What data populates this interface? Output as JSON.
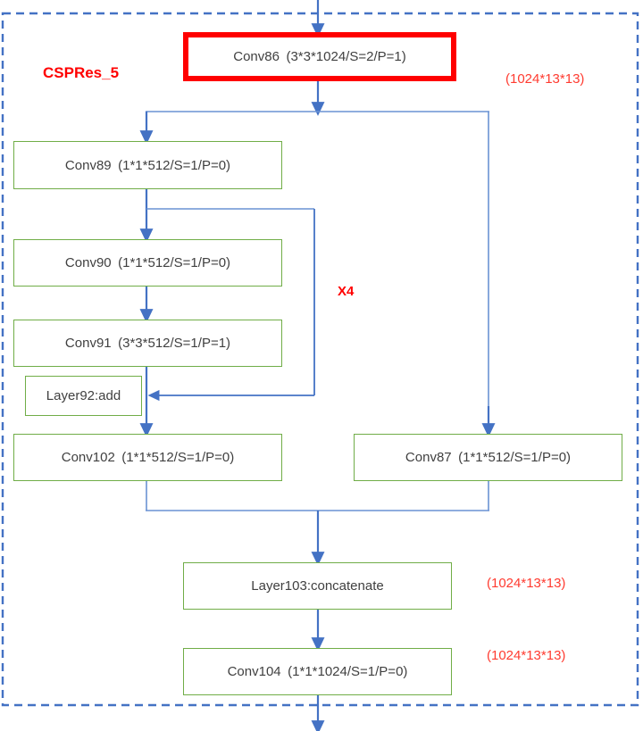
{
  "diagram": {
    "title": "CSPRes_5",
    "group_label": "CSPRes_5",
    "loop_label": "X4",
    "colors": {
      "group_border": "#4472C4",
      "node_border": "#70AD47",
      "highlight_border": "#FF0000",
      "arrow": "#4472C4",
      "arrow_light": "#9DB9E3",
      "annotation_text": "#FF3B30",
      "label_text": "#FF0000",
      "node_text": "#404040",
      "background": "#FFFFFF"
    },
    "nodes": [
      {
        "id": "conv86",
        "label": "Conv86 (3*3*1024/S=2/P=1)",
        "style": "highlight"
      },
      {
        "id": "conv89",
        "label": "Conv89 (1*1*512/S=1/P=0)",
        "style": "normal"
      },
      {
        "id": "conv90",
        "label": "Conv90 (1*1*512/S=1/P=0)",
        "style": "normal"
      },
      {
        "id": "conv91",
        "label": "Conv91 (3*3*512/S=1/P=1)",
        "style": "normal"
      },
      {
        "id": "layer92",
        "label": "Layer92:add",
        "style": "normal"
      },
      {
        "id": "conv102",
        "label": "Conv102 (1*1*512/S=1/P=0)",
        "style": "normal"
      },
      {
        "id": "conv87",
        "label": "Conv87 (1*1*512/S=1/P=0)",
        "style": "normal"
      },
      {
        "id": "layer103",
        "label": "Layer103:concatenate",
        "style": "normal"
      },
      {
        "id": "conv104",
        "label": "Conv104 (1*1*1024/S=1/P=0)",
        "style": "normal"
      }
    ],
    "annotations": [
      {
        "id": "annot-conv86",
        "text": "(1024*13*13)"
      },
      {
        "id": "annot-layer103",
        "text": "(1024*13*13)"
      },
      {
        "id": "annot-conv104",
        "text": "(1024*13*13)"
      }
    ]
  }
}
